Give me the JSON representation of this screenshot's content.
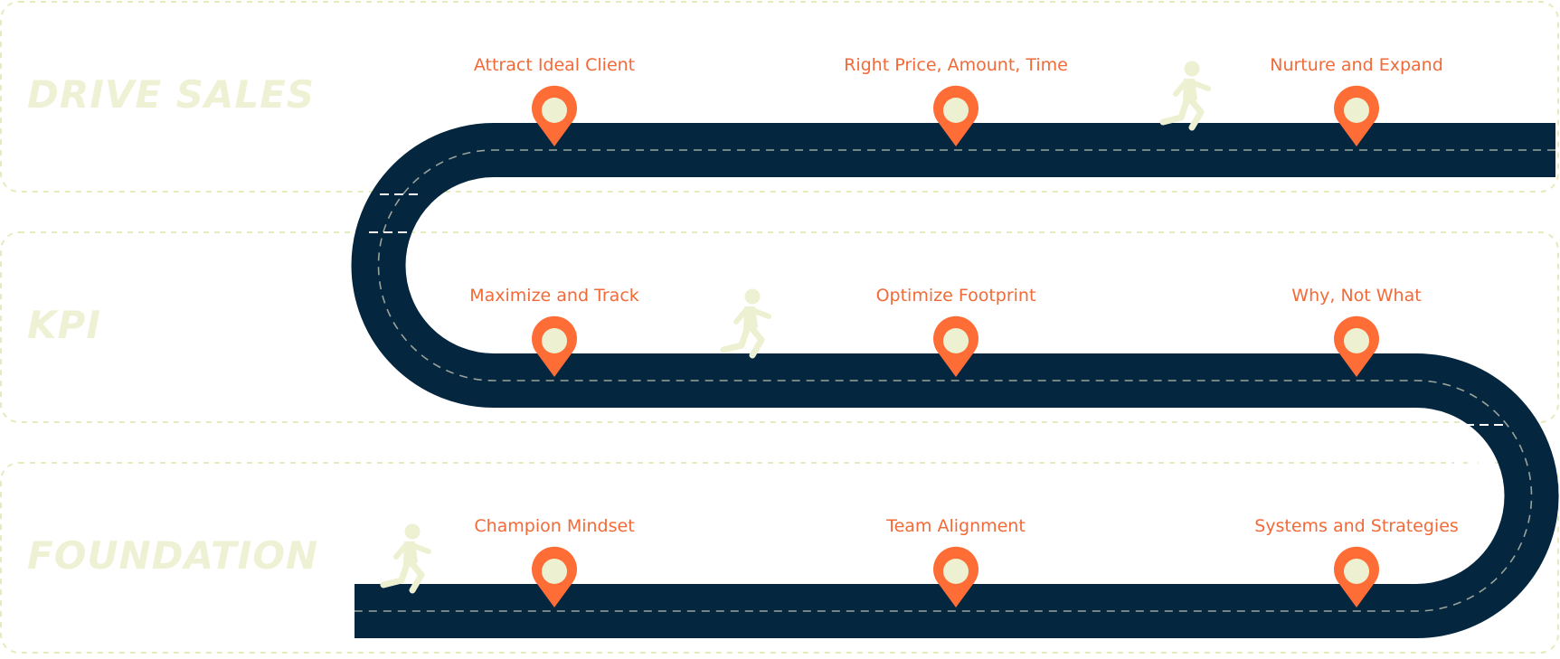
{
  "colors": {
    "road": "#04263f",
    "road_dash": "#9aa39a",
    "pin": "#ff6d36",
    "pin_center": "#eef0d2",
    "label": "#f26a38",
    "band_text": "#eff1d4",
    "band_border": "#e6ebbd",
    "walker": "#eef0d2"
  },
  "bands": [
    {
      "label": "DRIVE SALES"
    },
    {
      "label": "KPI"
    },
    {
      "label": "FOUNDATION"
    }
  ],
  "milestones": [
    {
      "label": "Attract Ideal Client",
      "row": 0,
      "col": 0,
      "icon": "map-pin-icon"
    },
    {
      "label": "Right Price, Amount, Time",
      "row": 0,
      "col": 1,
      "icon": "map-pin-icon"
    },
    {
      "label": "Nurture and Expand",
      "row": 0,
      "col": 2,
      "icon": "map-pin-icon"
    },
    {
      "label": "Maximize and Track",
      "row": 1,
      "col": 0,
      "icon": "map-pin-icon"
    },
    {
      "label": "Optimize Footprint",
      "row": 1,
      "col": 1,
      "icon": "map-pin-icon"
    },
    {
      "label": "Why, Not What",
      "row": 1,
      "col": 2,
      "icon": "map-pin-icon"
    },
    {
      "label": "Champion Mindset",
      "row": 2,
      "col": 0,
      "icon": "map-pin-icon"
    },
    {
      "label": "Team Alignment",
      "row": 2,
      "col": 1,
      "icon": "map-pin-icon"
    },
    {
      "label": "Systems and Strategies",
      "row": 2,
      "col": 2,
      "icon": "map-pin-icon"
    }
  ],
  "walkers": [
    {
      "icon": "walking-person-icon"
    },
    {
      "icon": "walking-person-icon"
    },
    {
      "icon": "walking-person-icon"
    }
  ]
}
